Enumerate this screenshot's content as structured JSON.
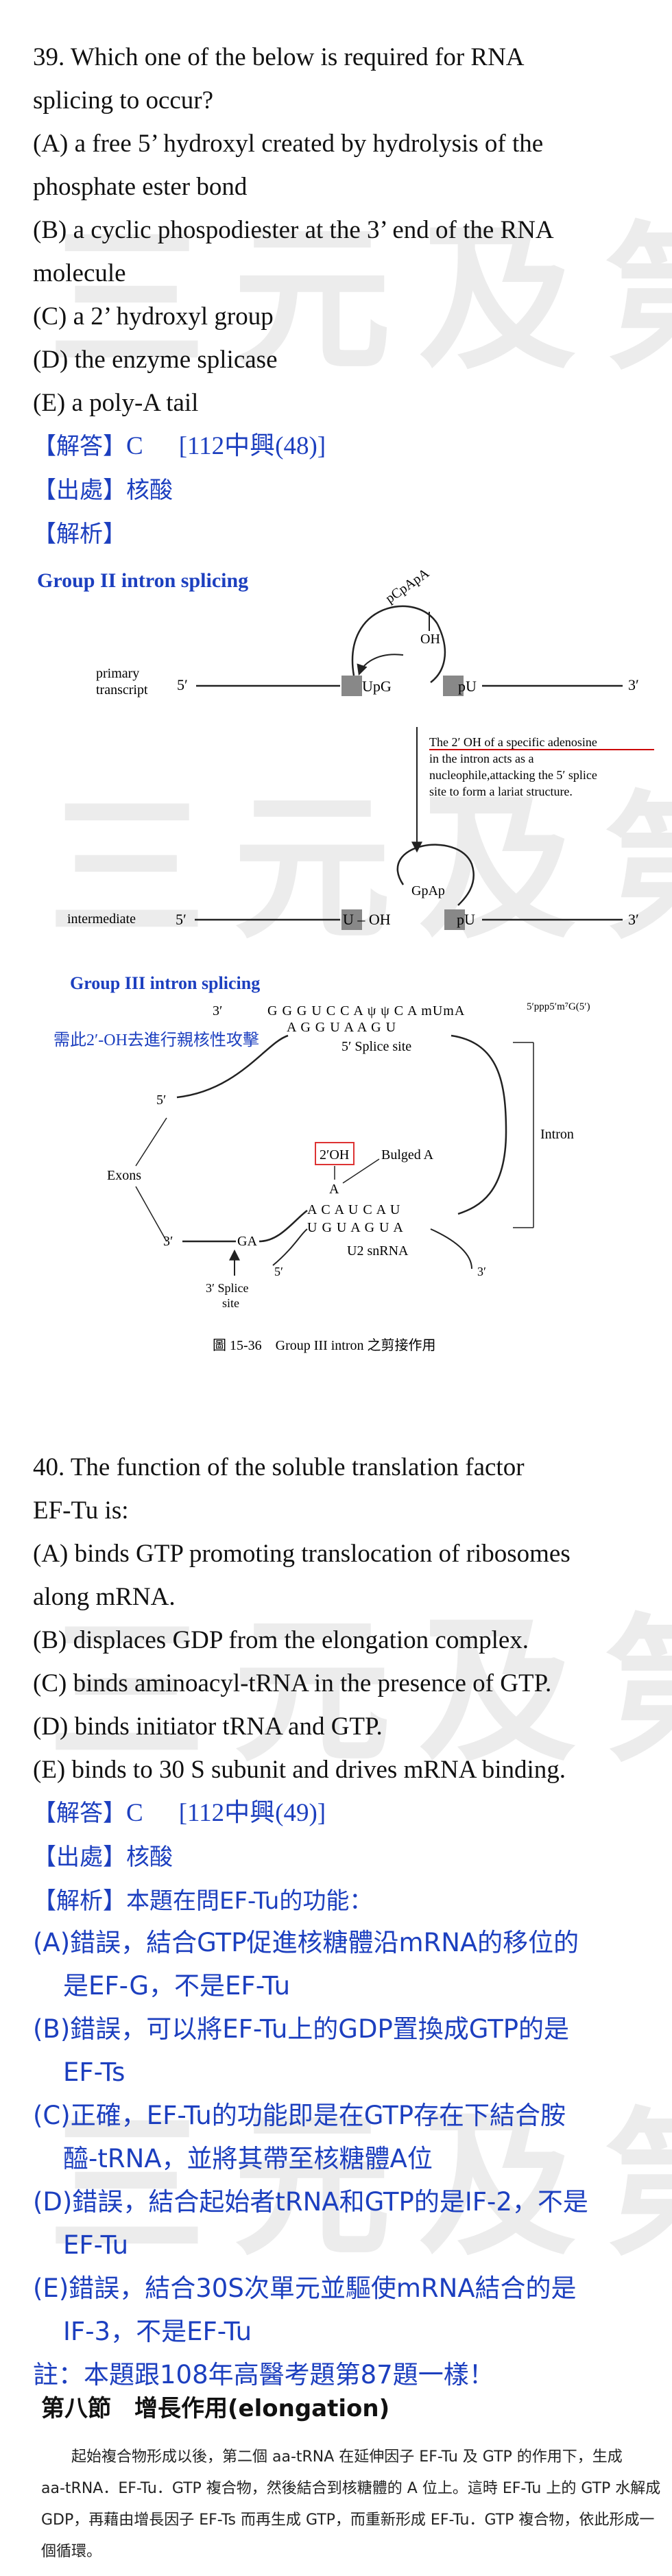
{
  "watermark": "三元及第",
  "q39": {
    "lines": [
      "39. Which one of the below is required for RNA",
      "splicing to occur?",
      "(A) a free 5’ hydroxyl created by hydrolysis of the",
      "phosphate ester bond",
      "(B) a cyclic phospodiester at the 3’ end of the RNA",
      "molecule",
      "(C) a 2’ hydroxyl group",
      "(D) the enzyme splicase",
      "(E) a poly-A tail"
    ],
    "answer_label": "【解答】",
    "answer": "C",
    "answer_source": "[112中興(48)]",
    "source_label": "【出處】",
    "source": "核酸",
    "explain_label": "【解析】"
  },
  "figure": {
    "title_g2": "Group II intron splicing",
    "primary_transcript": [
      "primary",
      "transcript"
    ],
    "five": "5′",
    "three": "3′",
    "upg": "UpG",
    "pu": "pU",
    "cpapa": "pCpApA",
    "oh": "OH",
    "note": [
      "The 2′ OH of a specific adenosine",
      "in the intron acts as a",
      "nucleophile,attacking the 5′ splice",
      "site to form a lariat structure."
    ],
    "gpap": "GpAp",
    "intermediate": "intermediate",
    "u_oh": "U – OH",
    "title_g3": "Group III intron splicing",
    "top_seq": "G G G U C C A ψ ψ C A mUmA",
    "cap": "5′ppp5′m⁷G(5′)",
    "pair_seq": "A G G U A A G U",
    "splice5": "5′ Splice site",
    "annot": "需此2′-OH去進行親核性攻擊",
    "exons": "Exons",
    "intron": "Intron",
    "two_oh": "2′OH",
    "bulged": "Bulged A",
    "a": "A",
    "acau": "A C A U C A U",
    "uguag": "U G U A G U A",
    "ga": "GA",
    "u2": "U2 snRNA",
    "splice3": [
      "3′ Splice",
      "site"
    ],
    "caption": "圖 15-36　Group III intron 之剪接作用"
  },
  "q40": {
    "lines": [
      "40. The function of the soluble translation factor",
      "EF-Tu is:",
      "(A) binds GTP promoting translocation of ribosomes",
      "along mRNA.",
      "(B) displaces GDP from the elongation complex.",
      "(C) binds aminoacyl-tRNA in the presence of GTP.",
      "(D) binds initiator tRNA and GTP.",
      "(E) binds to 30 S subunit and drives mRNA binding."
    ],
    "answer_label": "【解答】",
    "answer": "C",
    "answer_source": "[112中興(49)]",
    "source_label": "【出處】",
    "source": "核酸",
    "explain_label": "【解析】",
    "explain_intro": "本題在問EF-Tu的功能：",
    "explain": [
      "(A)錯誤，結合GTP促進核糖體沿mRNA的移位的",
      "是EF-G，不是EF-Tu",
      "(B)錯誤，可以將EF-Tu上的GDP置換成GTP的是",
      "EF-Ts",
      "(C)正確，EF-Tu的功能即是在GTP存在下結合胺",
      "醯-tRNA，並將其帶至核糖體A位",
      "(D)錯誤，結合起始者tRNA和GTP的是IF-2，不是",
      "EF-Tu",
      "(E)錯誤，結合30S次單元並驅使mRNA結合的是",
      "IF-3，不是EF-Tu",
      "註：本題跟108年高醫考題第87題一樣！"
    ]
  },
  "section": {
    "title": "第八節　增長作用(elongation)",
    "para": [
      "　　起始複合物形成以後，第二個 aa-tRNA 在延伸因子 EF-Tu 及 GTP 的作用下，生成",
      "aa-tRNA．EF-Tu．GTP 複合物，然後結合到核糖體的 A 位上。這時 EF-Tu 上的 GTP 水解成",
      "GDP，再藉由增長因子 EF-Ts 而再生成 GTP，而重新形成 EF-Tu．GTP 複合物，依此形成一",
      "個循環。"
    ]
  }
}
